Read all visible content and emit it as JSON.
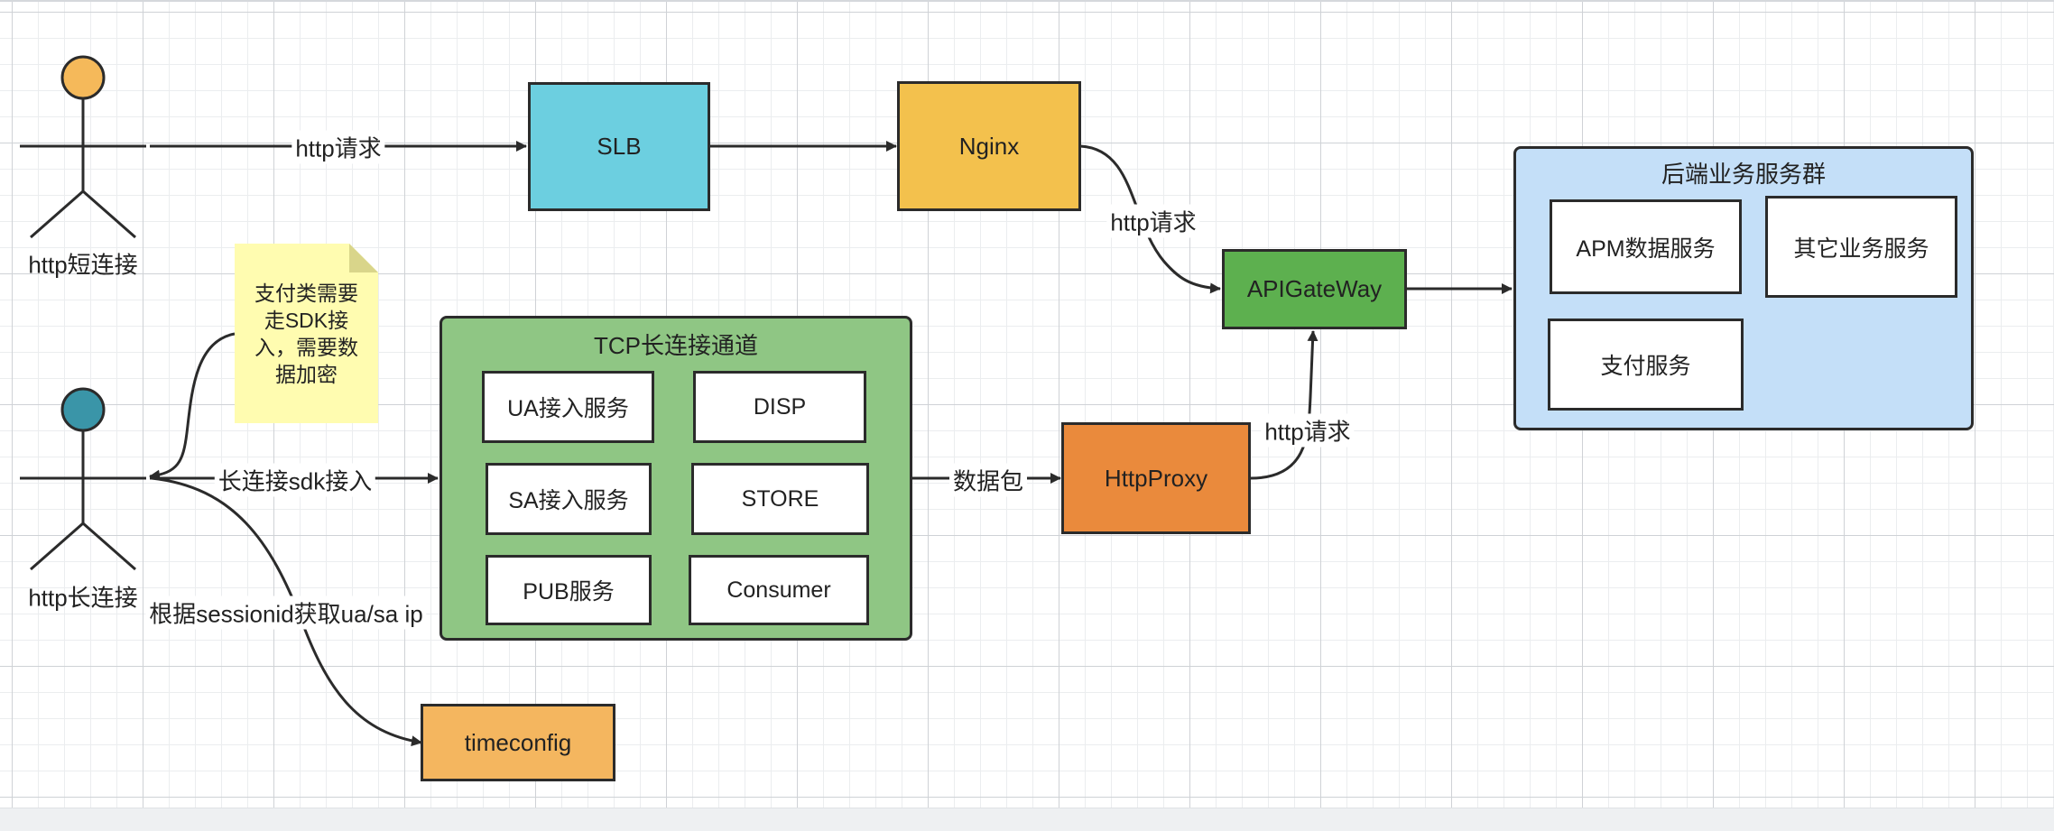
{
  "actors": {
    "short": {
      "label": "http短连接",
      "head_color": "#f5b95a"
    },
    "long": {
      "label": "http长连接",
      "head_color": "#3a95a8"
    }
  },
  "nodes": {
    "slb": {
      "label": "SLB",
      "color": "#6ccfe0"
    },
    "nginx": {
      "label": "Nginx",
      "color": "#f3c14d"
    },
    "apigateway": {
      "label": "APIGateWay",
      "color": "#5db04f"
    },
    "httpproxy": {
      "label": "HttpProxy",
      "color": "#ea8a3c"
    },
    "timeconfig": {
      "label": "timeconfig",
      "color": "#f4b65f"
    }
  },
  "tcp_group": {
    "title": "TCP长连接通道",
    "color": "#8fc684",
    "items": [
      "UA接入服务",
      "DISP",
      "SA接入服务",
      "STORE",
      "PUB服务",
      "Consumer"
    ]
  },
  "backend_group": {
    "title": "后端业务服务群",
    "color": "#c4dff8",
    "items": [
      "APM数据服务",
      "其它业务服务",
      "支付服务"
    ]
  },
  "edge_labels": {
    "short_to_slb": "http请求",
    "nginx_to_gateway": "http请求",
    "proxy_to_gateway": "http请求",
    "long_to_tcp": "长连接sdk接入",
    "tcp_to_proxy": "数据包",
    "long_to_timeconfig": "根据sessionid获取ua/sa ip"
  },
  "note": {
    "text": "支付类需要\n走SDK接\n入，需要数\n据加密",
    "color": "#fffcb0"
  },
  "colors": {
    "grid_major": "#cfd2d6",
    "grid_minor": "#ebedef",
    "stroke": "#2b2b2b"
  }
}
